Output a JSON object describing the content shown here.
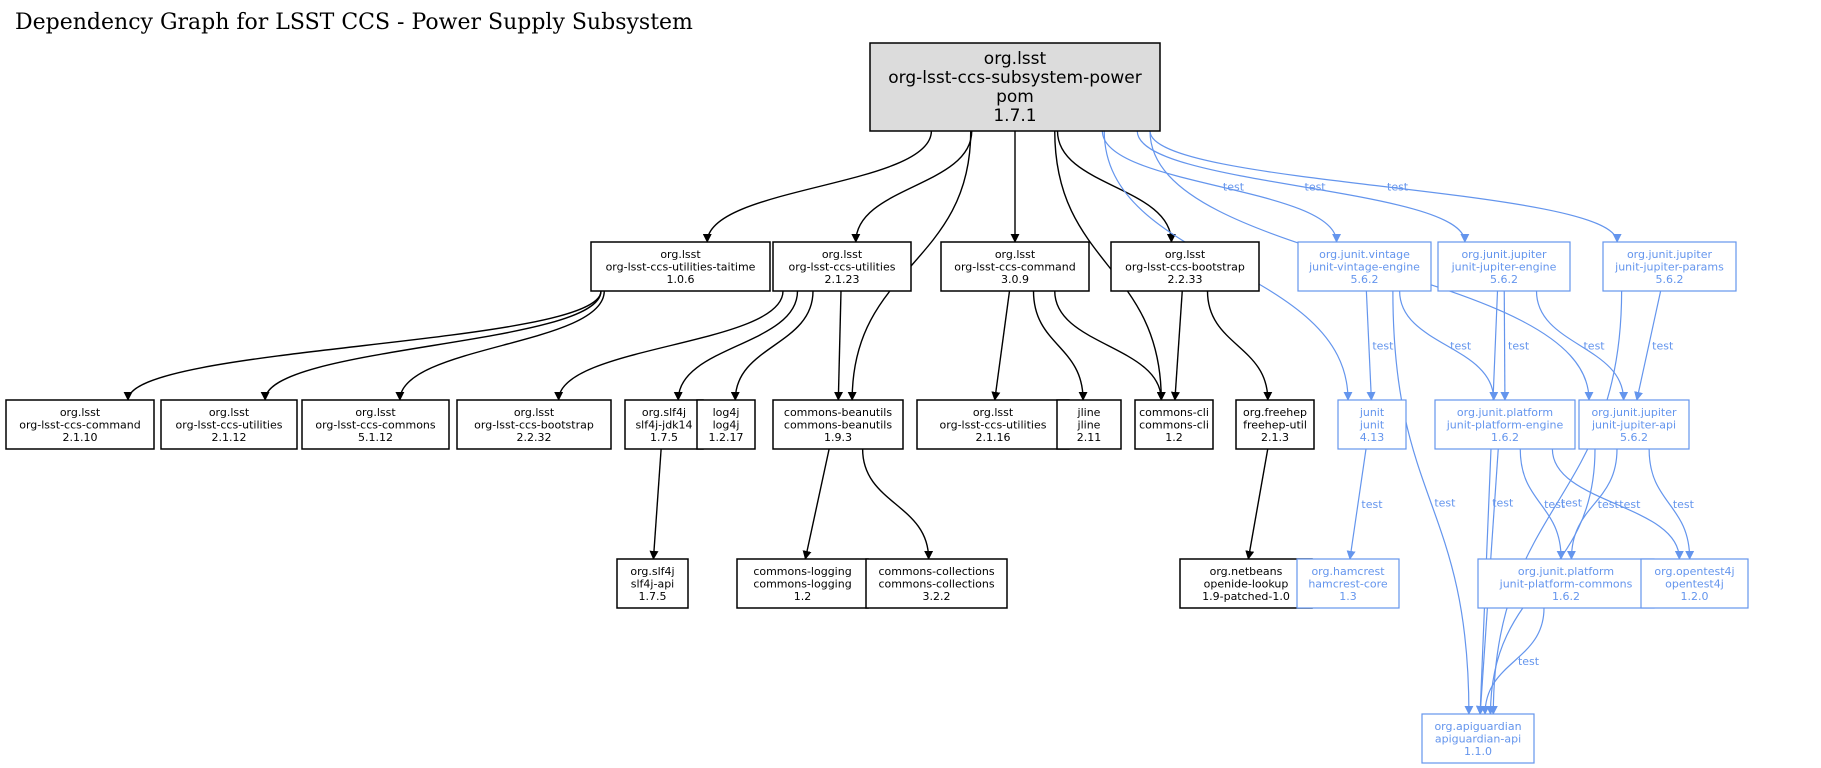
{
  "diagram": {
    "title": "Dependency Graph for LSST CCS - Power Supply Subsystem",
    "colors": {
      "compile": "#000000",
      "test": "#6495ed",
      "root_fill": "#dcdcdc"
    },
    "nodes": [
      {
        "id": "root",
        "kind": "root",
        "lines": [
          "org.lsst",
          "org-lsst-ccs-subsystem-power",
          "pom",
          "1.7.1"
        ]
      },
      {
        "id": "taitime",
        "kind": "compile",
        "lines": [
          "org.lsst",
          "org-lsst-ccs-utilities-taitime",
          "1.0.6"
        ]
      },
      {
        "id": "util2123",
        "kind": "compile",
        "lines": [
          "org.lsst",
          "org-lsst-ccs-utilities",
          "2.1.23"
        ]
      },
      {
        "id": "cmd309",
        "kind": "compile",
        "lines": [
          "org.lsst",
          "org-lsst-ccs-command",
          "3.0.9"
        ]
      },
      {
        "id": "boot2233",
        "kind": "compile",
        "lines": [
          "org.lsst",
          "org-lsst-ccs-bootstrap",
          "2.2.33"
        ]
      },
      {
        "id": "vintage",
        "kind": "test",
        "lines": [
          "org.junit.vintage",
          "junit-vintage-engine",
          "5.6.2"
        ]
      },
      {
        "id": "jupengine",
        "kind": "test",
        "lines": [
          "org.junit.jupiter",
          "junit-jupiter-engine",
          "5.6.2"
        ]
      },
      {
        "id": "jupparams",
        "kind": "test",
        "lines": [
          "org.junit.jupiter",
          "junit-jupiter-params",
          "5.6.2"
        ]
      },
      {
        "id": "cmd2110",
        "kind": "compile",
        "lines": [
          "org.lsst",
          "org-lsst-ccs-command",
          "2.1.10"
        ]
      },
      {
        "id": "util2112",
        "kind": "compile",
        "lines": [
          "org.lsst",
          "org-lsst-ccs-utilities",
          "2.1.12"
        ]
      },
      {
        "id": "commons5112",
        "kind": "compile",
        "lines": [
          "org.lsst",
          "org-lsst-ccs-commons",
          "5.1.12"
        ]
      },
      {
        "id": "boot2232",
        "kind": "compile",
        "lines": [
          "org.lsst",
          "org-lsst-ccs-bootstrap",
          "2.2.32"
        ]
      },
      {
        "id": "slf4jjdk",
        "kind": "compile",
        "lines": [
          "org.slf4j",
          "slf4j-jdk14",
          "1.7.5"
        ]
      },
      {
        "id": "log4j",
        "kind": "compile",
        "lines": [
          "log4j",
          "log4j",
          "1.2.17"
        ]
      },
      {
        "id": "beanutils",
        "kind": "compile",
        "lines": [
          "commons-beanutils",
          "commons-beanutils",
          "1.9.3"
        ]
      },
      {
        "id": "util2116",
        "kind": "compile",
        "lines": [
          "org.lsst",
          "org-lsst-ccs-utilities",
          "2.1.16"
        ]
      },
      {
        "id": "jline",
        "kind": "compile",
        "lines": [
          "jline",
          "jline",
          "2.11"
        ]
      },
      {
        "id": "cli",
        "kind": "compile",
        "lines": [
          "commons-cli",
          "commons-cli",
          "1.2"
        ]
      },
      {
        "id": "freehep",
        "kind": "compile",
        "lines": [
          "org.freehep",
          "freehep-util",
          "2.1.3"
        ]
      },
      {
        "id": "junit",
        "kind": "test",
        "lines": [
          "junit",
          "junit",
          "4.13"
        ]
      },
      {
        "id": "platengine",
        "kind": "test",
        "lines": [
          "org.junit.platform",
          "junit-platform-engine",
          "1.6.2"
        ]
      },
      {
        "id": "jupapi",
        "kind": "test",
        "lines": [
          "org.junit.jupiter",
          "junit-jupiter-api",
          "5.6.2"
        ]
      },
      {
        "id": "slf4japi",
        "kind": "compile",
        "lines": [
          "org.slf4j",
          "slf4j-api",
          "1.7.5"
        ]
      },
      {
        "id": "logging",
        "kind": "compile",
        "lines": [
          "commons-logging",
          "commons-logging",
          "1.2"
        ]
      },
      {
        "id": "collections",
        "kind": "compile",
        "lines": [
          "commons-collections",
          "commons-collections",
          "3.2.2"
        ]
      },
      {
        "id": "openide",
        "kind": "compile",
        "lines": [
          "org.netbeans",
          "openide-lookup",
          "1.9-patched-1.0"
        ]
      },
      {
        "id": "hamcrest",
        "kind": "test",
        "lines": [
          "org.hamcrest",
          "hamcrest-core",
          "1.3"
        ]
      },
      {
        "id": "platcommons",
        "kind": "test",
        "lines": [
          "org.junit.platform",
          "junit-platform-commons",
          "1.6.2"
        ]
      },
      {
        "id": "opentest4j",
        "kind": "test",
        "lines": [
          "org.opentest4j",
          "opentest4j",
          "1.2.0"
        ]
      },
      {
        "id": "apiguardian",
        "kind": "test",
        "lines": [
          "org.apiguardian",
          "apiguardian-api",
          "1.1.0"
        ]
      }
    ],
    "edges": [
      {
        "from": "root",
        "to": "taitime",
        "kind": "compile",
        "label": ""
      },
      {
        "from": "root",
        "to": "util2123",
        "kind": "compile",
        "label": ""
      },
      {
        "from": "root",
        "to": "beanutils",
        "kind": "compile",
        "label": ""
      },
      {
        "from": "root",
        "to": "cmd309",
        "kind": "compile",
        "label": ""
      },
      {
        "from": "root",
        "to": "cli",
        "kind": "compile",
        "label": ""
      },
      {
        "from": "root",
        "to": "boot2233",
        "kind": "compile",
        "label": ""
      },
      {
        "from": "root",
        "to": "junit",
        "kind": "test",
        "label": "test"
      },
      {
        "from": "root",
        "to": "vintage",
        "kind": "test",
        "label": "test"
      },
      {
        "from": "root",
        "to": "jupengine",
        "kind": "test",
        "label": "test"
      },
      {
        "from": "root",
        "to": "jupapi",
        "kind": "test",
        "label": "test"
      },
      {
        "from": "root",
        "to": "jupparams",
        "kind": "test",
        "label": "test"
      },
      {
        "from": "taitime",
        "to": "cmd2110",
        "kind": "compile",
        "label": ""
      },
      {
        "from": "taitime",
        "to": "util2112",
        "kind": "compile",
        "label": ""
      },
      {
        "from": "taitime",
        "to": "commons5112",
        "kind": "compile",
        "label": ""
      },
      {
        "from": "util2123",
        "to": "boot2232",
        "kind": "compile",
        "label": ""
      },
      {
        "from": "util2123",
        "to": "slf4jjdk",
        "kind": "compile",
        "label": ""
      },
      {
        "from": "util2123",
        "to": "log4j",
        "kind": "compile",
        "label": ""
      },
      {
        "from": "util2123",
        "to": "beanutils",
        "kind": "compile",
        "label": ""
      },
      {
        "from": "cmd309",
        "to": "util2116",
        "kind": "compile",
        "label": ""
      },
      {
        "from": "cmd309",
        "to": "jline",
        "kind": "compile",
        "label": ""
      },
      {
        "from": "cmd309",
        "to": "cli",
        "kind": "compile",
        "label": ""
      },
      {
        "from": "boot2233",
        "to": "cli",
        "kind": "compile",
        "label": ""
      },
      {
        "from": "boot2233",
        "to": "freehep",
        "kind": "compile",
        "label": ""
      },
      {
        "from": "slf4jjdk",
        "to": "slf4japi",
        "kind": "compile",
        "label": ""
      },
      {
        "from": "beanutils",
        "to": "logging",
        "kind": "compile",
        "label": ""
      },
      {
        "from": "beanutils",
        "to": "collections",
        "kind": "compile",
        "label": ""
      },
      {
        "from": "freehep",
        "to": "openide",
        "kind": "compile",
        "label": ""
      },
      {
        "from": "vintage",
        "to": "junit",
        "kind": "test",
        "label": "test"
      },
      {
        "from": "vintage",
        "to": "platengine",
        "kind": "test",
        "label": "test"
      },
      {
        "from": "vintage",
        "to": "apiguardian",
        "kind": "test",
        "label": "test"
      },
      {
        "from": "jupengine",
        "to": "platengine",
        "kind": "test",
        "label": "test"
      },
      {
        "from": "jupengine",
        "to": "jupapi",
        "kind": "test",
        "label": "test"
      },
      {
        "from": "jupengine",
        "to": "apiguardian",
        "kind": "test",
        "label": "test"
      },
      {
        "from": "jupparams",
        "to": "jupapi",
        "kind": "test",
        "label": "test"
      },
      {
        "from": "jupparams",
        "to": "apiguardian",
        "kind": "test",
        "label": "test"
      },
      {
        "from": "junit",
        "to": "hamcrest",
        "kind": "test",
        "label": "test"
      },
      {
        "from": "platengine",
        "to": "platcommons",
        "kind": "test",
        "label": "test"
      },
      {
        "from": "platengine",
        "to": "opentest4j",
        "kind": "test",
        "label": "test"
      },
      {
        "from": "platengine",
        "to": "apiguardian",
        "kind": "test",
        "label": "test"
      },
      {
        "from": "jupapi",
        "to": "platcommons",
        "kind": "test",
        "label": "test"
      },
      {
        "from": "jupapi",
        "to": "opentest4j",
        "kind": "test",
        "label": "test"
      },
      {
        "from": "jupapi",
        "to": "apiguardian",
        "kind": "test",
        "label": "test"
      },
      {
        "from": "platcommons",
        "to": "apiguardian",
        "kind": "test",
        "label": "test"
      }
    ]
  }
}
